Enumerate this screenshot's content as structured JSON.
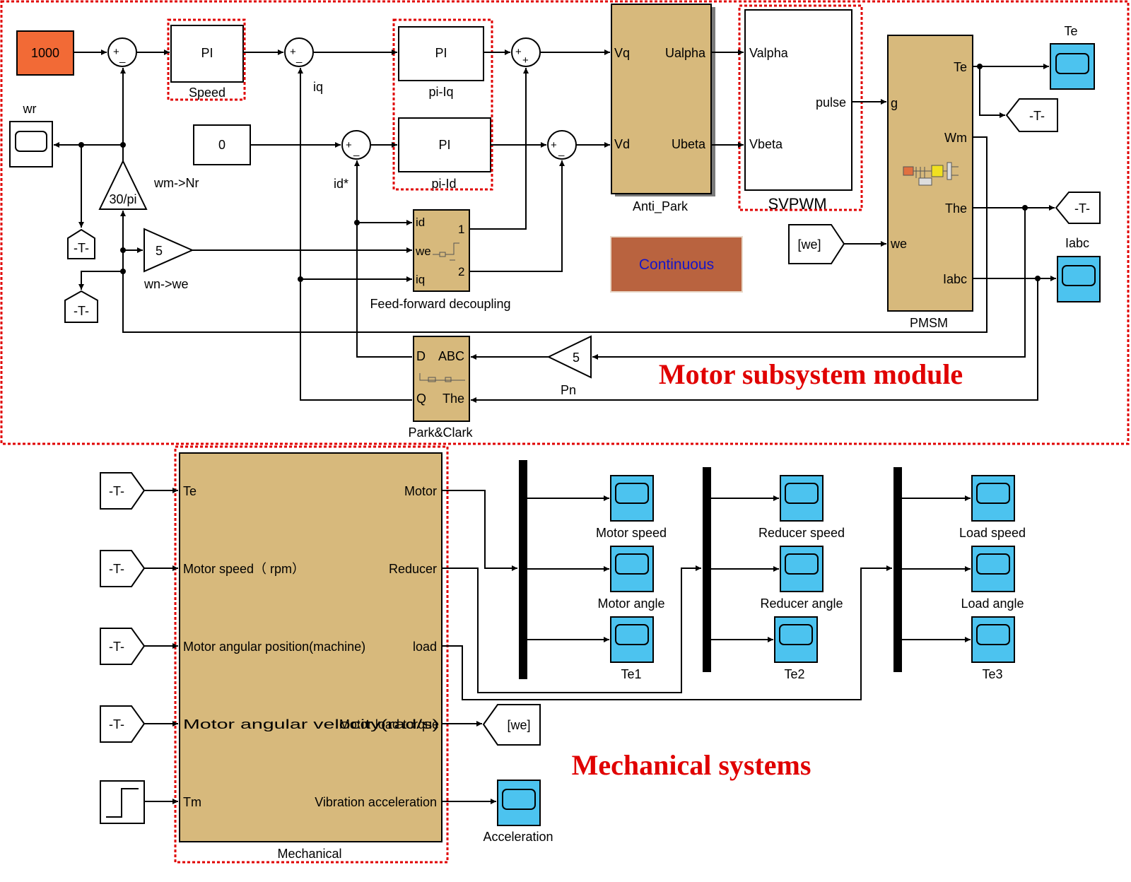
{
  "colors": {
    "constant_orange": "#f26a36",
    "tan_block": "#d7b97c",
    "scope_blue": "#4cc3ef",
    "annotation_red": "#e00000",
    "continuous_block": "#b9633f",
    "continuous_text": "#1515c8"
  },
  "motor": {
    "const1000": "1000",
    "const0": "0",
    "sum_plus": "+",
    "sum_minus": "_",
    "pi_text": "PI",
    "speed": "Speed",
    "pi_iq": "pi-Iq",
    "pi_id": "pi-Id",
    "iq": "iq",
    "id_star": "id*",
    "wr": "wr",
    "gain_30pi": "30/pi",
    "wm_nr": "wm->Nr",
    "tag_t": "-T-",
    "gain5": "5",
    "wn_we": "wn->we",
    "ff_id": "id",
    "ff_we": "we",
    "ff_iq": "iq",
    "ff_1": "1",
    "ff_2": "2",
    "ff": "Feed-forward decoupling",
    "ap_vq": "Vq",
    "ap_vd": "Vd",
    "ap_ualpha": "Ualpha",
    "ap_ubeta": "Ubeta",
    "anti_park": "Anti_Park",
    "sv_valpha": "Valpha",
    "sv_vbeta": "Vbeta",
    "sv_pulse": "pulse",
    "svpwm": "SVPWM",
    "continuous": "Continuous",
    "pm_g": "g",
    "pm_we": "we",
    "pm_te": "Te",
    "pm_wm": "Wm",
    "pm_the": "The",
    "pm_iabc": "Iabc",
    "pmsm": "PMSM",
    "from_we": "[we]",
    "te_scope": "Te",
    "iabc_scope": "Iabc",
    "pc_d": "D",
    "pc_q": "Q",
    "pc_abc": "ABC",
    "pc_the": "The",
    "park": "Park&Clark",
    "pn": "Pn",
    "title": "Motor subsystem module"
  },
  "mech": {
    "tag_t": "-T-",
    "in_te": "Te",
    "in_speed": "Motor speed（ rpm）",
    "in_pos": "Motor angular position(machine)",
    "in_vel": "Motor angular velocity(rad/s)",
    "in_tm": "Tm",
    "out_motor": "Motor",
    "out_reducer": "Reducer",
    "out_load": "load",
    "out_torque": "Motor load torque",
    "out_vib": "Vibration acceleration",
    "mechanical": "Mechanical",
    "goto_we": "[we]",
    "acceleration": "Acceleration",
    "s_motor_speed": "Motor speed",
    "s_motor_angle": "Motor angle",
    "s_te1": "Te1",
    "s_reducer_speed": "Reducer speed",
    "s_reducer_angle": "Reducer angle",
    "s_te2": "Te2",
    "s_load_speed": "Load speed",
    "s_load_angle": "Load angle",
    "s_te3": "Te3",
    "title": "Mechanical systems"
  }
}
